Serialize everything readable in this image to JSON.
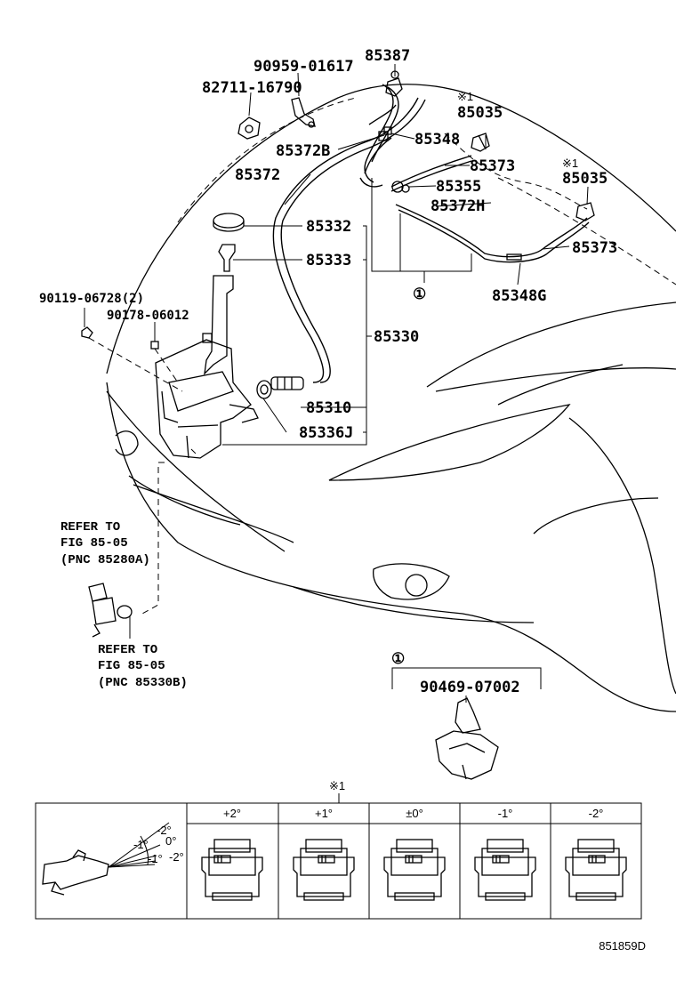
{
  "parts": {
    "p90959": "90959-01617",
    "p82711": "82711-16790",
    "p85387": "85387",
    "p85035a": "85035",
    "p85348": "85348",
    "p85372B": "85372B",
    "p85373a": "85373",
    "p85035b": "85035",
    "p85372": "85372",
    "p85355": "85355",
    "p85372H": "85372H",
    "p85332": "85332",
    "p85373b": "85373",
    "p85333": "85333",
    "p85348G": "85348G",
    "p90119": "90119-06728(2)",
    "p90178": "90178-06012",
    "p85330": "85330",
    "p85310": "85310",
    "p85336J": "85336J",
    "p90469": "90469-07002"
  },
  "marks": {
    "kome1": "※1",
    "kome2": "※1",
    "kome3": "※1",
    "circle1": "①",
    "circle2": "①"
  },
  "refer_a": [
    "REFER TO",
    "FIG 85-05",
    "(PNC 85280A)"
  ],
  "refer_b": [
    "REFER TO",
    "FIG 85-05",
    "(PNC 85330B)"
  ],
  "angle_table": {
    "headers": [
      "+2°",
      "+1°",
      "±0°",
      "-1°",
      "-2°"
    ],
    "diagram_labels": [
      "-2°",
      "-1°",
      "0°",
      "-1°",
      "-2°"
    ]
  },
  "figure_code": "851859D"
}
